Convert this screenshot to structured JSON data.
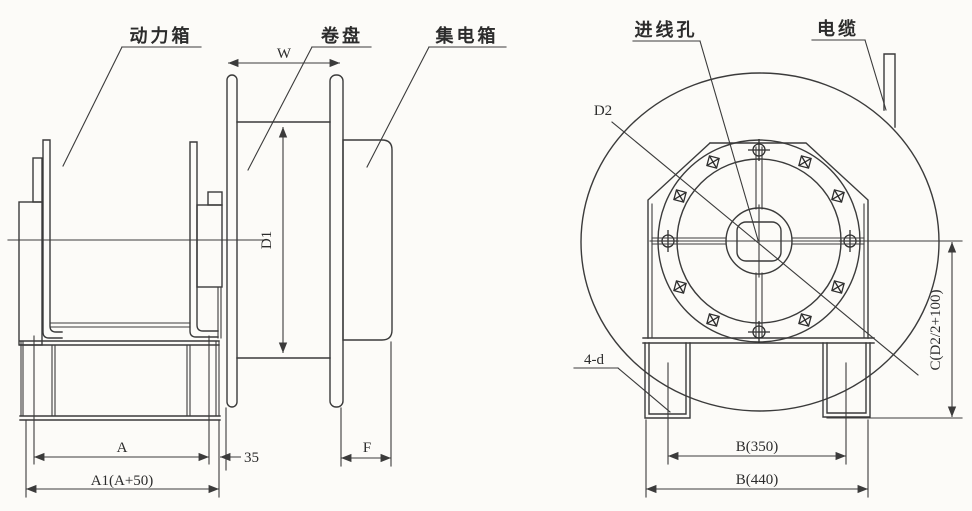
{
  "figure": {
    "title_hint": "cable-reel engineering drawing",
    "background": "#fcfbf8",
    "ink": "#3b3b3b",
    "left_view": {
      "power_box_label": "动力箱",
      "reel_label": "卷盘",
      "collector_box_label": "集电箱",
      "dim_w": "W",
      "dim_d1": "D1",
      "dim_a": "A",
      "dim_a1": "A1(A+50)",
      "dim_35": "35",
      "dim_f": "F"
    },
    "right_view": {
      "cable_entry_label": "进线孔",
      "cable_label": "电缆",
      "dim_d2": "D2",
      "holes_label": "4-d",
      "dim_b_inner": "B(350)",
      "dim_b_outer": "B(440)",
      "dim_c": "C(D2/2+100)"
    }
  }
}
